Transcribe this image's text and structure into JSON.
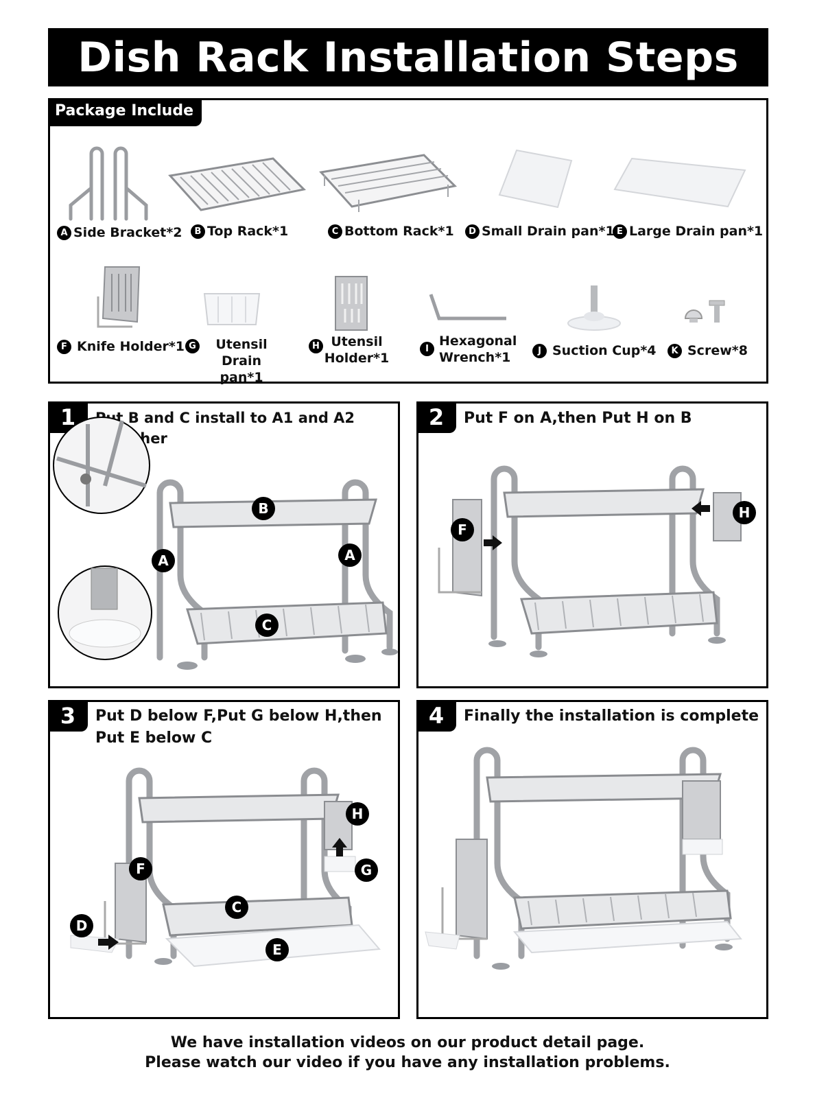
{
  "title": "Dish Rack Installation Steps",
  "package": {
    "heading": "Package Include",
    "row1": [
      {
        "letter": "A",
        "name": "Side Bracket*2"
      },
      {
        "letter": "B",
        "name": "Top Rack*1"
      },
      {
        "letter": "C",
        "name": "Bottom Rack*1"
      },
      {
        "letter": "D",
        "name": "Small Drain pan*1"
      },
      {
        "letter": "E",
        "name": "Large Drain pan*1"
      }
    ],
    "row2": [
      {
        "letter": "F",
        "name": "Knife Holder*1"
      },
      {
        "letter": "G",
        "line1": "Utensil",
        "line2": "Drain pan*1"
      },
      {
        "letter": "H",
        "line1": "Utensil",
        "line2": "Holder*1"
      },
      {
        "letter": "I",
        "line1": "Hexagonal",
        "line2": "Wrench*1"
      },
      {
        "letter": "J",
        "name": "Suction Cup*4"
      },
      {
        "letter": "K",
        "name": "Screw*8"
      }
    ]
  },
  "steps": [
    {
      "number": "1",
      "text": "Put B and C install to A1 and A2 Together"
    },
    {
      "number": "2",
      "text": "Put F on A,then Put H on B"
    },
    {
      "number": "3",
      "line1": "Put D below F,Put G below H,then",
      "line2": "Put E below C"
    },
    {
      "number": "4",
      "text": "Finally the installation is complete"
    }
  ],
  "markers": {
    "a": "A",
    "b": "B",
    "c": "C",
    "d": "D",
    "e": "E",
    "f": "F",
    "g": "G",
    "h": "H"
  },
  "footer": {
    "line1": "We have installation videos on our product detail page.",
    "line2": "Please watch our video if you have any installation problems."
  }
}
